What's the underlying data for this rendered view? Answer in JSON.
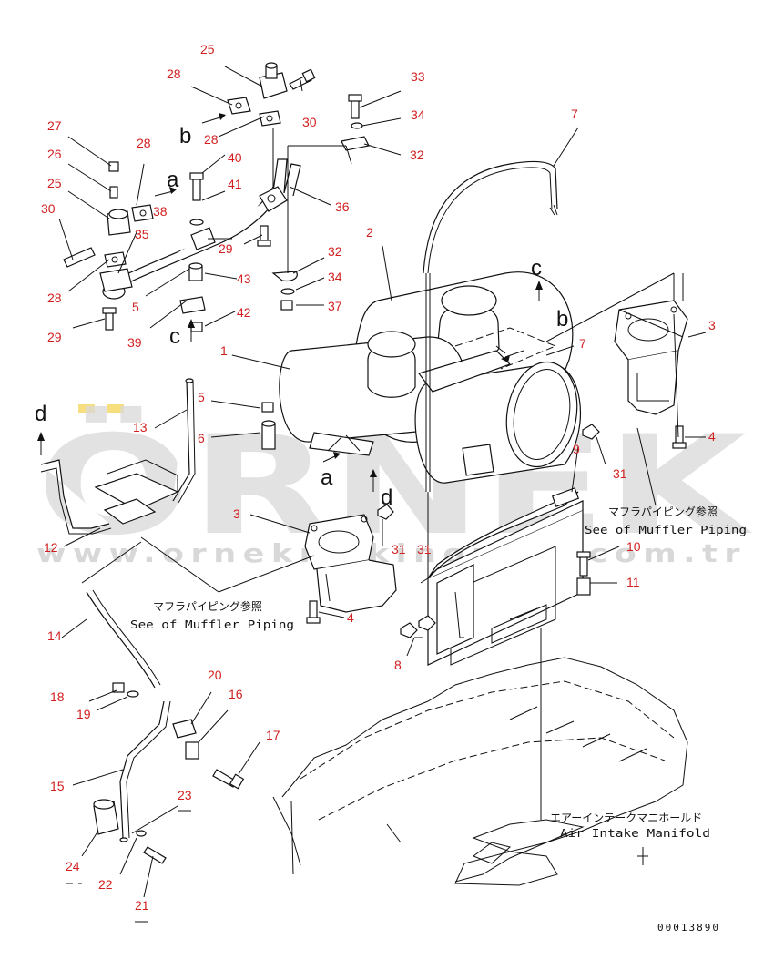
{
  "watermark": {
    "brand": "ÖRNEK",
    "url": "www.ornekmakinoparı.com.tr",
    "accent_color": "#f0c000"
  },
  "notes": {
    "muffler_jp": "マフラパイピング参照",
    "muffler_en": "See of Muffler Piping",
    "muffler2_jp": "マフラパイピング参照",
    "muffler2_en": "See of Muffler Piping",
    "intake_jp": "エアーインテークマニホールド",
    "intake_en": "Air Intake Manifold"
  },
  "drawing_code": "00013890",
  "view_letters": [
    "a",
    "a",
    "b",
    "b",
    "c",
    "c",
    "d",
    "d"
  ],
  "callouts": [
    "1",
    "2",
    "3",
    "3",
    "4",
    "4",
    "5",
    "5",
    "6",
    "7",
    "7",
    "8",
    "9",
    "10",
    "11",
    "12",
    "13",
    "14",
    "15",
    "16",
    "17",
    "18",
    "19",
    "20",
    "21",
    "22",
    "23",
    "24",
    "25",
    "25",
    "26",
    "27",
    "28",
    "28",
    "28",
    "28",
    "29",
    "29",
    "30",
    "30",
    "31",
    "31",
    "31",
    "32",
    "32",
    "33",
    "34",
    "34",
    "35",
    "36",
    "37",
    "38",
    "39",
    "40",
    "41",
    "42",
    "43"
  ]
}
